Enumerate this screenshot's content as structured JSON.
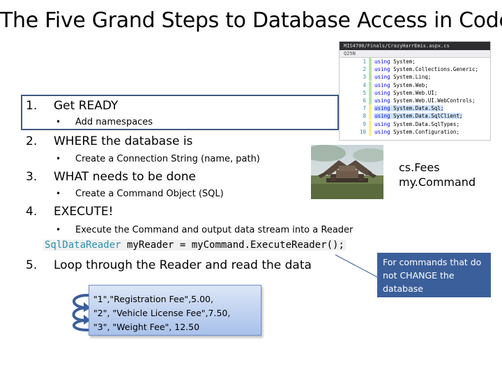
{
  "title": "The Five Grand Steps to Database Access in Code",
  "steps": [
    {
      "num": "1.",
      "text": "Get READY",
      "sub": "Add namespaces"
    },
    {
      "num": "2.",
      "text": "WHERE the database is",
      "sub": "Create a Connection String (name, path)"
    },
    {
      "num": "3.",
      "text": "WHAT needs to be done",
      "sub": "Create a Command Object (SQL)"
    },
    {
      "num": "4.",
      "text": "EXECUTE!",
      "sub": "Execute the Command and output data stream into a Reader"
    },
    {
      "num": "5.",
      "text": "Loop through the Reader and read the data"
    }
  ],
  "bullet": "•",
  "code_line": {
    "type": "SqlDataReader",
    "rest": " myReader = myCommand.ExecuteReader();"
  },
  "editor": {
    "path": "MIS4700/Finals/CrazyHarrEmis.aspx.cs",
    "namespace": "Q25N",
    "lines": [
      {
        "n": "1",
        "kw": "using",
        "code": " System;"
      },
      {
        "n": "2",
        "kw": "using",
        "code": " System.Collections.Generic;"
      },
      {
        "n": "3",
        "kw": "using",
        "code": " System.Linq;"
      },
      {
        "n": "4",
        "kw": "using",
        "code": " System.Web;"
      },
      {
        "n": "5",
        "kw": "using",
        "code": " System.Web.UI;"
      },
      {
        "n": "6",
        "kw": "using",
        "code": " System.Web.UI.WebControls;"
      },
      {
        "n": "7",
        "kw": "using",
        "code": " System.Data.Sql;"
      },
      {
        "n": "8",
        "kw": "using",
        "code": " System.Data.SqlClient;"
      },
      {
        "n": "9",
        "kw": "using",
        "code": " System.Data.SqlTypes;"
      },
      {
        "n": "10",
        "kw": "using",
        "code": " System.Configuration;"
      }
    ]
  },
  "cs_label": [
    "cs.Fees",
    "my.Command"
  ],
  "callout": "For commands that do not CHANGE the database",
  "data_rows": [
    "\"1\",\"Registration Fee\",5.00,",
    "\"2\", \"Vehicle License Fee\",7.50,",
    "\"3\", \"Weight Fee\", 12.50"
  ],
  "colors": {
    "callout_bg": "#3b5f9a",
    "box_border": "#3d5a80",
    "sql_type": "#2b91af",
    "data_block_top": "#dbe6f7",
    "data_block_bottom": "#a9c1ea"
  },
  "icons": [
    "loop-arrow-icon",
    "bulldozer-photo"
  ]
}
